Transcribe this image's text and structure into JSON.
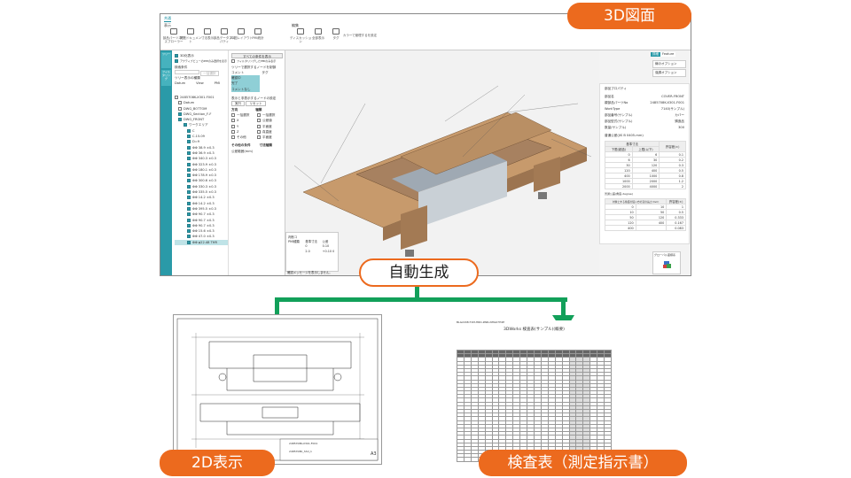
{
  "labels": {
    "model3d": "3D図面",
    "auto": "自動生成",
    "view2d": "2D表示",
    "sheet": "検査表（測定指示書）"
  },
  "colors": {
    "accent": "#ec6a1e",
    "arrow": "#12a05a",
    "teal": "#2a9aa8",
    "model": "#b08862"
  },
  "app": {
    "tab": "共通",
    "groups": [
      "表示",
      "編集"
    ],
    "tools": [
      "部品パーツエクスプローラー",
      "関連ドキュメント",
      "寸法表示",
      "部品データプロパティ",
      "2D図レイアウト",
      "PMI統計"
    ],
    "edit_tools": [
      "ディスカッション",
      "全部表示",
      "タグ",
      "カラーで管理するを設定"
    ],
    "sidebar": [
      "ツリー",
      "フィルタリング"
    ],
    "left": {
      "opt1": "3D化表示",
      "opt2": "アクティブビューのPMIのみ選択を表示",
      "search_label": "検索条件",
      "search_btn": "一括選択",
      "tree_label": "ツリー表示の種類",
      "cols": [
        "Datum",
        "View",
        "PMI"
      ],
      "tree": [
        "2485708K-X301-F001",
        "Datum",
        "DWG_BOTTOM",
        "DWG_Section_F-F",
        "DWG_FRONT",
        "ワークエリア",
        "C",
        "C.15.09",
        "D=9",
        "ΦΦ 38.9 ±0.3",
        "ΦΦ 36.9 ±0.3",
        "ΦΦ 340.3 ±0.3",
        "ΦΦ 323.9 ±0.3",
        "ΦΦ 180.1 ±0.3",
        "ΦΦ 178.9 ±0.3",
        "ΦΦ 300.6 ±0.3",
        "ΦΦ 330.3 ±0.3",
        "ΦΦ 335.5 ±0.3",
        "ΦΦ 14.2 ±0.3",
        "ΦΦ 14.2 ±0.3",
        "ΦΦ 395.5 ±0.3",
        "ΦΦ 90.7 ±0.3",
        "ΦΦ 90.7 ±0.3",
        "ΦΦ 90.7 ±0.3",
        "ΦΦ 15.6 ±0.3",
        "ΦΦ 47.0 ±0.3",
        "ΦΦ φ22.48 THR"
      ]
    },
    "mid": {
      "btn_all": "すべての条件を表示",
      "opt": "フィルタリングしたPMIのみ表示",
      "sec1": "ツリーで選択するノードを制御",
      "h1": [
        "コメント",
        "タグ"
      ],
      "states": [
        "確認中",
        "完了",
        "コメントなし"
      ],
      "sec2": "表示と非表示するノードの設定",
      "btns": [
        "実行",
        "リセット"
      ],
      "h2": [
        "方向",
        "種類"
      ],
      "dirs": [
        "一括選択",
        "X",
        "Y",
        "Z",
        "その他"
      ],
      "kinds": [
        "一括選択",
        "公差値",
        "平面度",
        "真直度",
        "平面度"
      ],
      "sec3": [
        "その他の条件",
        "寸法種類"
      ],
      "tol": "公差範囲(mm)"
    },
    "pmi_box": {
      "title": "判断コ",
      "head": [
        "PMI種類",
        "基準寸法",
        "公差"
      ],
      "rows": [
        [
          "",
          "0",
          "0.10"
        ],
        [
          "",
          "2.0",
          "+0.10 0"
        ]
      ],
      "msg": "確認メッセージを表示しません。"
    },
    "right": {
      "toggle": [
        "詳細",
        "Feature"
      ],
      "opt1": "線のオプション",
      "opt2": "強調オプション",
      "title": "部品プロパティ",
      "props": [
        [
          "部品名",
          "COVER-FRONT"
        ],
        [
          "親部品パーツNo",
          "2485708K-X301-F001"
        ],
        [
          "WorkType",
          "7140(サンプル)"
        ],
        [
          "部品番号(サンプル)",
          "カバー"
        ],
        [
          "部品型式(サンプル)",
          "鋳造品"
        ],
        [
          "数量(サンプル)",
          "300"
        ]
      ],
      "t1_title": "普通公差(JIS B 0405-mm)",
      "t1_head": [
        "基準寸法",
        "許容差(±)"
      ],
      "t1_sub": [
        "下限(超過)",
        "上限(以下)"
      ],
      "t1": [
        [
          "0",
          "6",
          "0.1"
        ],
        [
          "6",
          "30",
          "0.2"
        ],
        [
          "30",
          "120",
          "0.3"
        ],
        [
          "120",
          "400",
          "0.5"
        ],
        [
          "400",
          "1000",
          "0.8"
        ],
        [
          "1000",
          "2000",
          "1.2"
        ],
        [
          "2000",
          "4000",
          "2"
        ]
      ],
      "t2_title": "普通公差(角度-degree)",
      "t2_head": [
        "対象とする角度の短い方の辺の長さ(mm)",
        "許容差(±)"
      ],
      "t2": [
        [
          "0",
          "10",
          "1"
        ],
        [
          "10",
          "50",
          "0.5"
        ],
        [
          "50",
          "120",
          "0.333"
        ],
        [
          "120",
          "400",
          "0.167"
        ],
        [
          "400",
          "",
          "0.083"
        ]
      ],
      "axis": "グローバル座標系"
    }
  },
  "sheet": {
    "code": "BLG2208-T1M-HRD-#NR-NHG07H2E",
    "title": "3DWorks 検査表(サンプル)(概要)",
    "rows": 30
  },
  "drawing": {
    "title": "2485708K-X301-F001",
    "sub": "2485708K_Shd_1",
    "sheet": "A3"
  }
}
